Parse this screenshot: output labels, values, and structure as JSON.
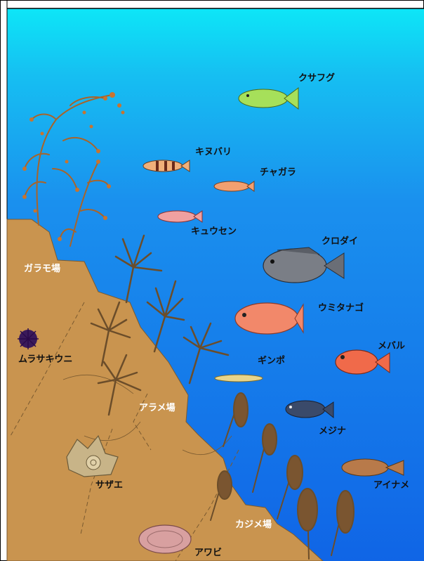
{
  "labels": {
    "kusafugu": "クサフグ",
    "kinubari": "キヌバリ",
    "chagara": "チャガラ",
    "kyusen": "キュウセン",
    "kurodai": "クロダイ",
    "umitanago": "ウミタナゴ",
    "mebaru": "メバル",
    "ginpo": "ギンポ",
    "mejina": "メジナ",
    "ainame": "アイナメ",
    "garamoba": "ガラモ場",
    "murasakiuni": "ムラサキウニ",
    "arameba": "アラメ場",
    "sazae": "サザエ",
    "kajimeba": "カジメ場",
    "awabi": "アワビ"
  },
  "colors": {
    "water_top": "#0de6f7",
    "water_bottom": "#1065e6",
    "seabed": "#c9944f",
    "seabed_edge": "#7a5a30",
    "seaweed": "#8a5a2a",
    "kelp": "#6b4d2a"
  }
}
